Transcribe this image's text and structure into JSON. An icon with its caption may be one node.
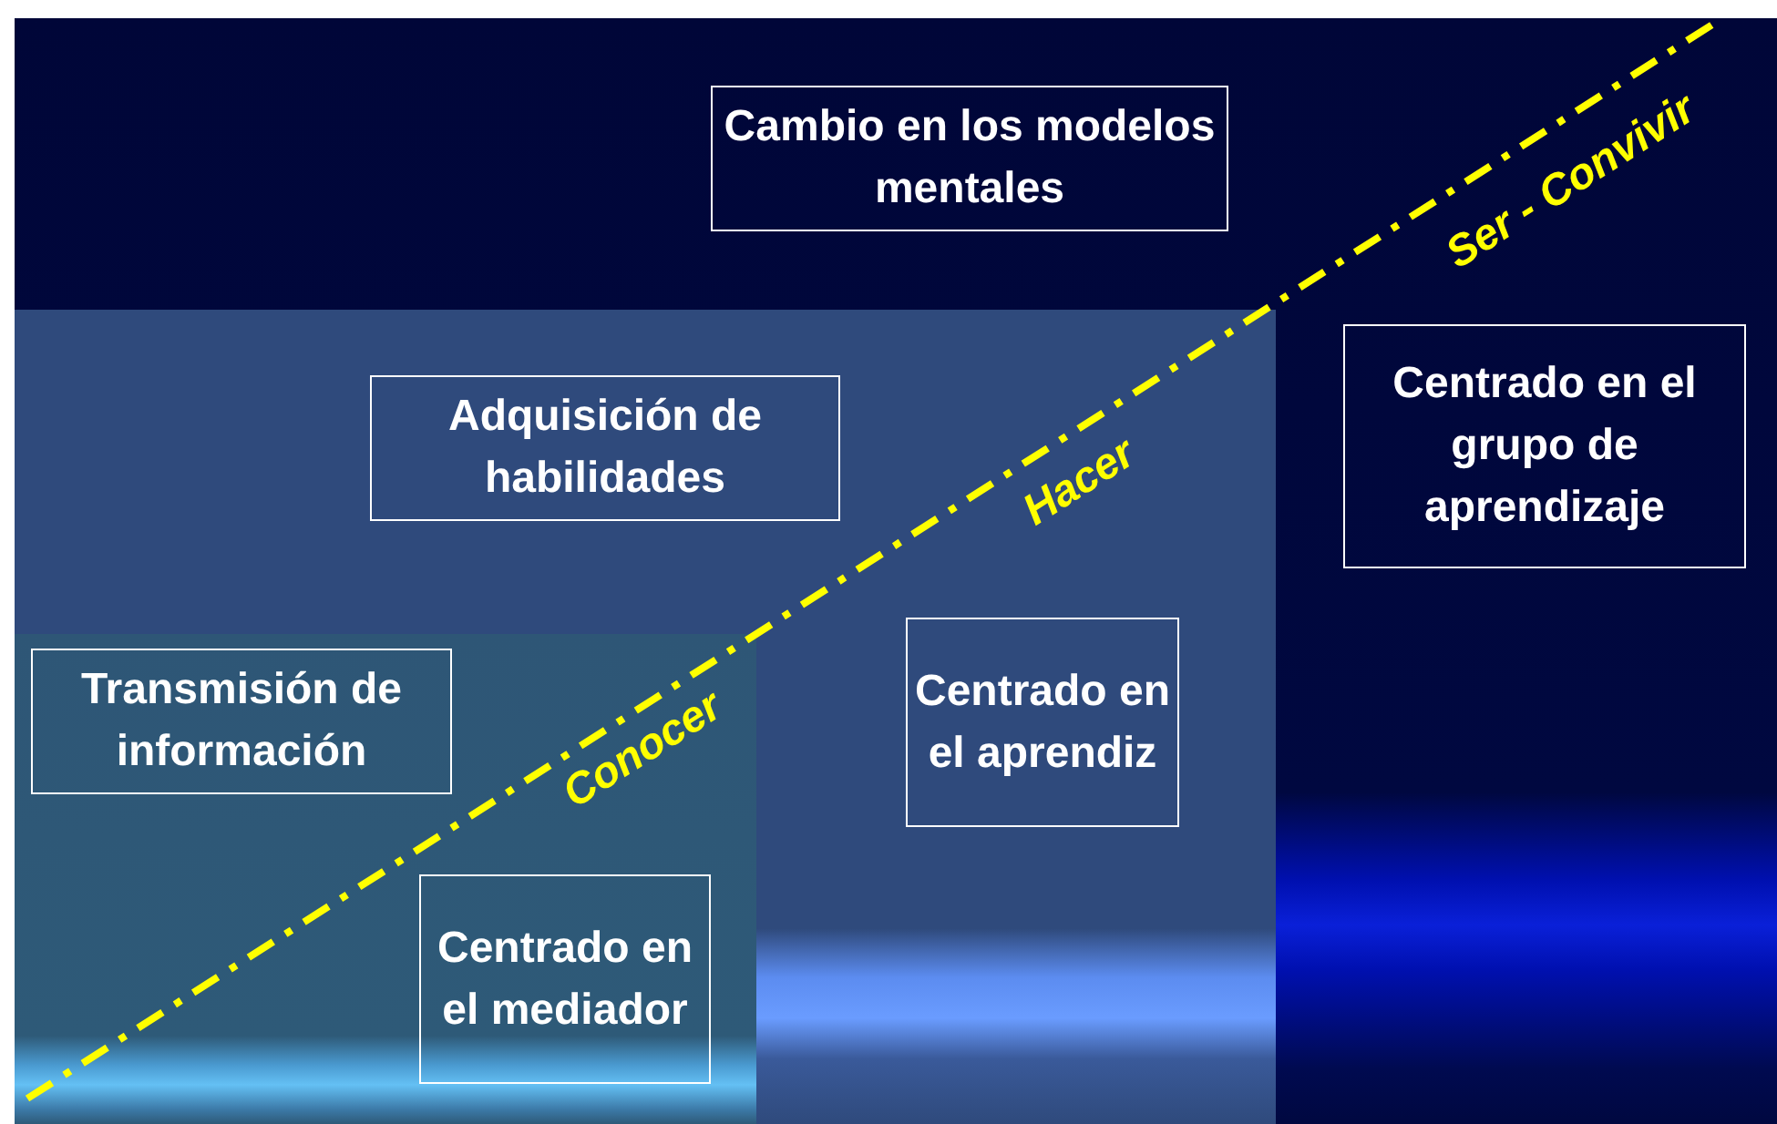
{
  "diagram": {
    "nodes": [
      {
        "text": [],
        "shape": "box"
      },
      {
        "text": [
          "Cambio en los modelos mentales"
        ],
        "in": 0
      },
      {
        "text": [
          "Centrado en el grupo de aprendizaje"
        ],
        "in": 0
      },
      {
        "text": [],
        "shape": "box",
        "in": 0
      },
      {
        "text": [
          "Adquisición de habilidades"
        ],
        "in": 3
      },
      {
        "text": [
          "Centrado en el aprendiz"
        ],
        "in": 3
      },
      {
        "text": [],
        "shape": "box",
        "in": 3
      },
      {
        "text": [
          "Transmisión de información"
        ],
        "in": 6
      },
      {
        "text": [
          "Centrado en el mediador"
        ],
        "in": 6
      }
    ],
    "labels": [
      "Ser - Convivir",
      "Hacer",
      "Conocer"
    ]
  }
}
